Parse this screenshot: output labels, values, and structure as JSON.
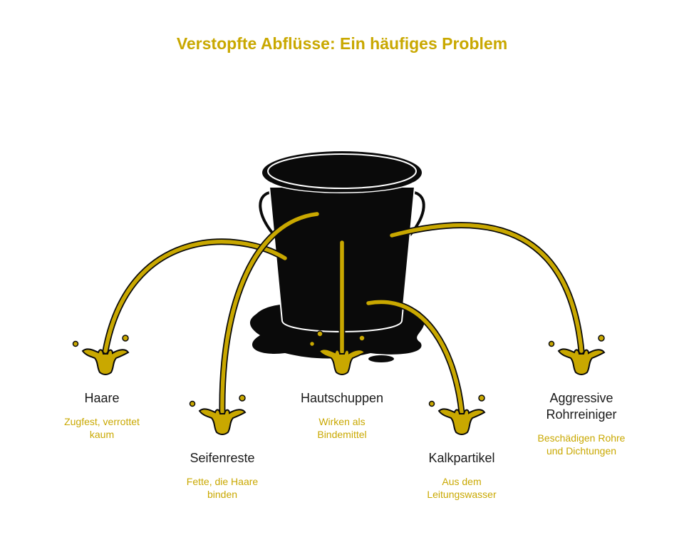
{
  "title": "Verstopfte Abflüsse: Ein häufiges Problem",
  "colors": {
    "accent": "#c9a800",
    "dark": "#0a0a0a"
  },
  "items": [
    {
      "name": "Haare",
      "desc": "Zugfest, verrottet kaum"
    },
    {
      "name": "Seifenreste",
      "desc": "Fette, die Haare binden"
    },
    {
      "name": "Hautschuppen",
      "desc": "Wirken als Bindemittel"
    },
    {
      "name": "Kalkpartikel",
      "desc": "Aus dem Leitungswasser"
    },
    {
      "name": "Aggressive Rohrreiniger",
      "desc": "Beschädigen Rohre und Dichtungen"
    }
  ]
}
